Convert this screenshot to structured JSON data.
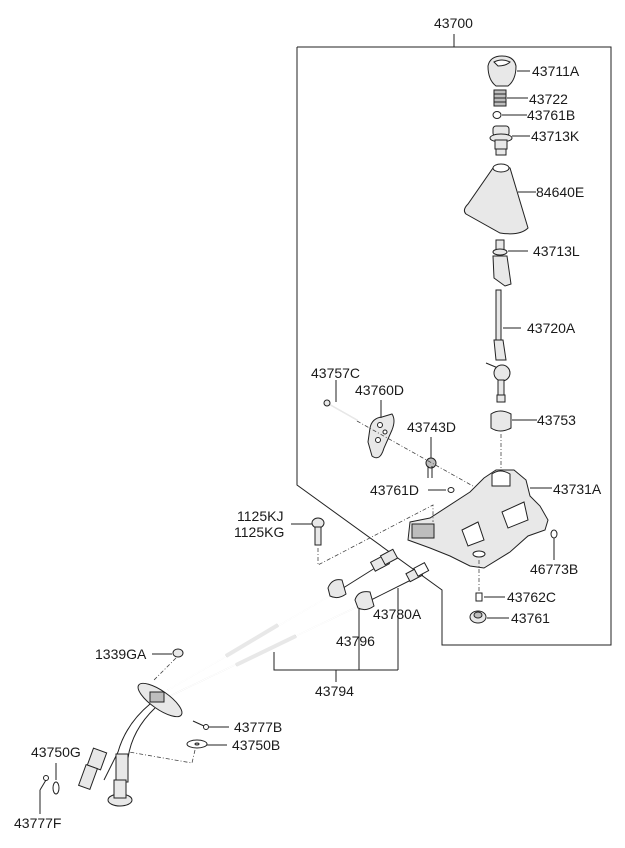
{
  "diagram": {
    "assembly_label": "43700",
    "parts": {
      "p43711A": "43711A",
      "p43722": "43722",
      "p43761B": "43761B",
      "p43713K": "43713K",
      "p84640E": "84640E",
      "p43713L": "43713L",
      "p43720A": "43720A",
      "p43757C": "43757C",
      "p43760D": "43760D",
      "p43743D": "43743D",
      "p43753": "43753",
      "p43761D": "43761D",
      "p43731A": "43731A",
      "p1125KJ": "1125KJ",
      "p1125KG": "1125KG",
      "p46773B": "46773B",
      "p43762C": "43762C",
      "p43761": "43761",
      "p43780A": "43780A",
      "p43796": "43796",
      "p1339GA": "1339GA",
      "p43794": "43794",
      "p43777B": "43777B",
      "p43750B": "43750B",
      "p43750G": "43750G",
      "p43777F": "43777F"
    }
  }
}
